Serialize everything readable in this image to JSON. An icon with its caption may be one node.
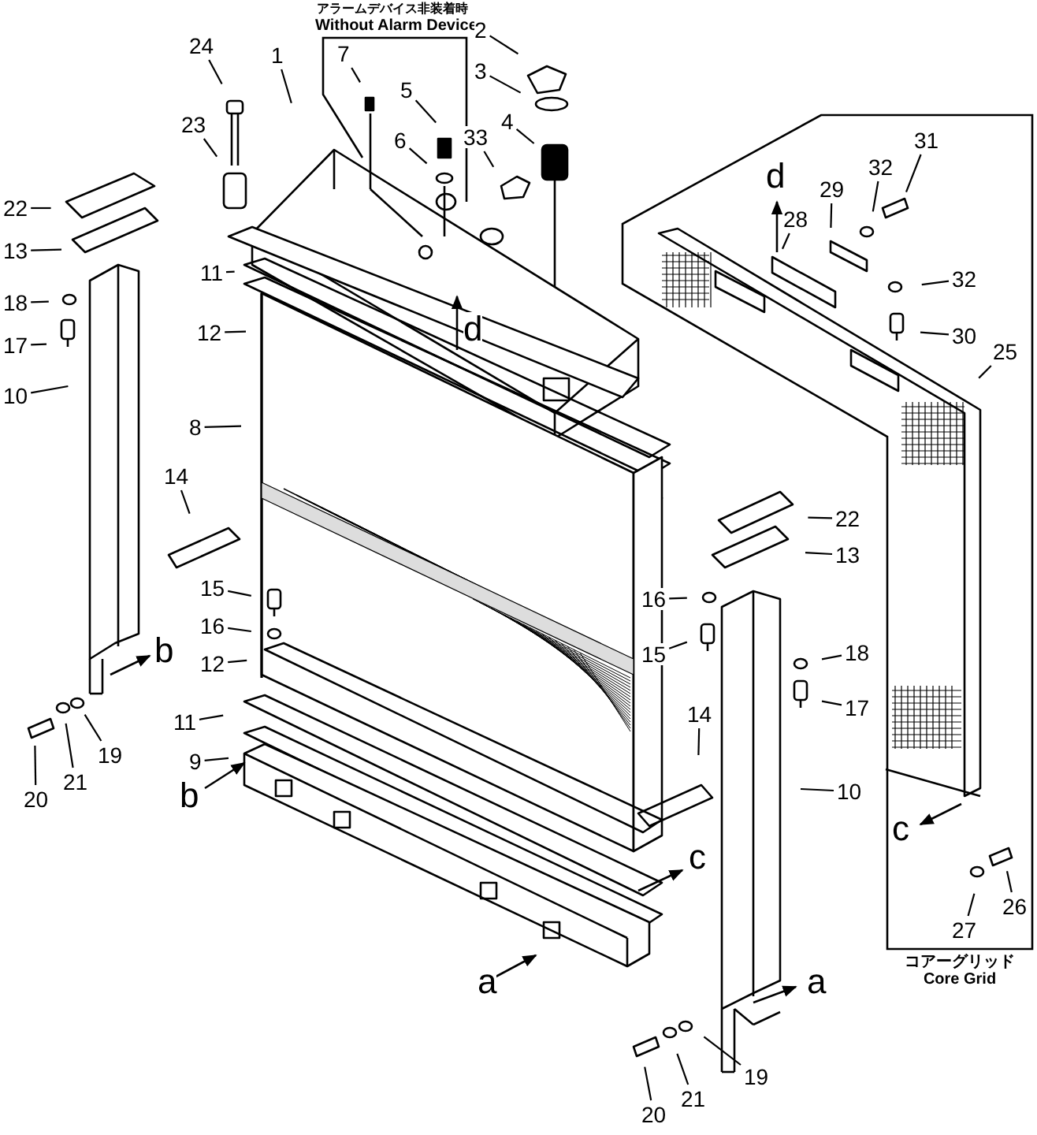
{
  "diagram": {
    "nodes": [
      {
        "text": [
          "アラームデバイス非装着時",
          "Without Alarm Device"
        ]
      },
      {
        "text": [
          "コアーグリッド",
          "Core Grid"
        ]
      },
      {
        "text": [
          "1"
        ]
      },
      {
        "text": [
          "2"
        ]
      },
      {
        "text": [
          "3"
        ]
      },
      {
        "text": [
          "4"
        ]
      },
      {
        "text": [
          "7"
        ],
        "in": 0
      },
      {
        "text": [
          "5"
        ],
        "in": 0
      },
      {
        "text": [
          "6"
        ],
        "in": 0
      },
      {
        "text": [
          "33"
        ]
      },
      {
        "text": [
          "24"
        ]
      },
      {
        "text": [
          "23"
        ]
      },
      {
        "text": [
          "22"
        ]
      },
      {
        "text": [
          "13"
        ]
      },
      {
        "text": [
          "18"
        ]
      },
      {
        "text": [
          "17"
        ]
      },
      {
        "text": [
          "10"
        ]
      },
      {
        "text": [
          "11"
        ]
      },
      {
        "text": [
          "12"
        ]
      },
      {
        "text": [
          "8"
        ]
      },
      {
        "text": [
          "14"
        ]
      },
      {
        "text": [
          "15"
        ]
      },
      {
        "text": [
          "16"
        ]
      },
      {
        "text": [
          "12"
        ]
      },
      {
        "text": [
          "11"
        ]
      },
      {
        "text": [
          "9"
        ]
      },
      {
        "text": [
          "19"
        ]
      },
      {
        "text": [
          "21"
        ]
      },
      {
        "text": [
          "20"
        ]
      },
      {
        "text": [
          "28"
        ],
        "in": 1
      },
      {
        "text": [
          "29"
        ],
        "in": 1
      },
      {
        "text": [
          "32"
        ],
        "in": 1
      },
      {
        "text": [
          "31"
        ],
        "in": 1
      },
      {
        "text": [
          "32"
        ],
        "in": 1
      },
      {
        "text": [
          "30"
        ],
        "in": 1
      },
      {
        "text": [
          "25"
        ],
        "in": 1
      },
      {
        "text": [
          "22"
        ]
      },
      {
        "text": [
          "13"
        ]
      },
      {
        "text": [
          "16"
        ]
      },
      {
        "text": [
          "15"
        ]
      },
      {
        "text": [
          "18"
        ]
      },
      {
        "text": [
          "17"
        ]
      },
      {
        "text": [
          "14"
        ]
      },
      {
        "text": [
          "10"
        ]
      },
      {
        "text": [
          "27"
        ],
        "in": 1
      },
      {
        "text": [
          "26"
        ],
        "in": 1
      },
      {
        "text": [
          "19"
        ]
      },
      {
        "text": [
          "21"
        ]
      },
      {
        "text": [
          "20"
        ]
      }
    ],
    "edges": [
      {
        "from": 2,
        "to": null,
        "arrow": "none"
      },
      {
        "from": 3,
        "to": null,
        "arrow": "none"
      },
      {
        "from": 4,
        "to": null,
        "arrow": "none"
      },
      {
        "from": 5,
        "to": null,
        "arrow": "none"
      },
      {
        "from": 6,
        "to": null,
        "arrow": "none"
      },
      {
        "from": 7,
        "to": null,
        "arrow": "none"
      },
      {
        "from": 8,
        "to": null,
        "arrow": "none"
      },
      {
        "from": 9,
        "to": null,
        "arrow": "none"
      },
      {
        "from": 10,
        "to": null,
        "arrow": "none"
      },
      {
        "from": 11,
        "to": null,
        "arrow": "none"
      },
      {
        "from": 12,
        "to": null,
        "arrow": "none"
      },
      {
        "from": 13,
        "to": null,
        "arrow": "none"
      },
      {
        "from": 14,
        "to": null,
        "arrow": "none"
      },
      {
        "from": 15,
        "to": null,
        "arrow": "none"
      },
      {
        "from": 16,
        "to": null,
        "arrow": "none"
      },
      {
        "from": 17,
        "to": null,
        "arrow": "none"
      },
      {
        "from": 18,
        "to": null,
        "arrow": "none"
      },
      {
        "from": 19,
        "to": null,
        "arrow": "none"
      },
      {
        "from": 20,
        "to": null,
        "arrow": "none"
      },
      {
        "from": 21,
        "to": null,
        "arrow": "none"
      },
      {
        "from": 22,
        "to": null,
        "arrow": "none"
      },
      {
        "from": 23,
        "to": null,
        "arrow": "none"
      },
      {
        "from": 24,
        "to": null,
        "arrow": "none"
      },
      {
        "from": 25,
        "to": null,
        "arrow": "none"
      },
      {
        "from": 26,
        "to": null,
        "arrow": "none"
      },
      {
        "from": 27,
        "to": null,
        "arrow": "none"
      },
      {
        "from": 28,
        "to": null,
        "arrow": "none"
      },
      {
        "from": 29,
        "to": null,
        "arrow": "none"
      },
      {
        "from": 30,
        "to": null,
        "arrow": "none"
      },
      {
        "from": 31,
        "to": null,
        "arrow": "none"
      },
      {
        "from": 32,
        "to": null,
        "arrow": "none"
      },
      {
        "from": 33,
        "to": null,
        "arrow": "none"
      },
      {
        "from": 34,
        "to": null,
        "arrow": "none"
      },
      {
        "from": 35,
        "to": null,
        "arrow": "none"
      },
      {
        "from": 36,
        "to": null,
        "arrow": "none"
      },
      {
        "from": 37,
        "to": null,
        "arrow": "none"
      },
      {
        "from": 38,
        "to": null,
        "arrow": "none"
      },
      {
        "from": 39,
        "to": null,
        "arrow": "none"
      },
      {
        "from": 40,
        "to": null,
        "arrow": "none"
      },
      {
        "from": 41,
        "to": null,
        "arrow": "none"
      },
      {
        "from": 42,
        "to": null,
        "arrow": "none"
      },
      {
        "from": 43,
        "to": null,
        "arrow": "none"
      },
      {
        "from": 44,
        "to": null,
        "arrow": "none"
      },
      {
        "from": 45,
        "to": null,
        "arrow": "none"
      },
      {
        "from": 46,
        "to": null,
        "arrow": "none"
      },
      {
        "from": 47,
        "to": null,
        "arrow": "none"
      },
      {
        "from": 48,
        "to": null,
        "arrow": "none"
      }
    ],
    "labels": [
      "d",
      "d",
      "b",
      "b",
      "c",
      "c",
      "a",
      "a"
    ]
  }
}
